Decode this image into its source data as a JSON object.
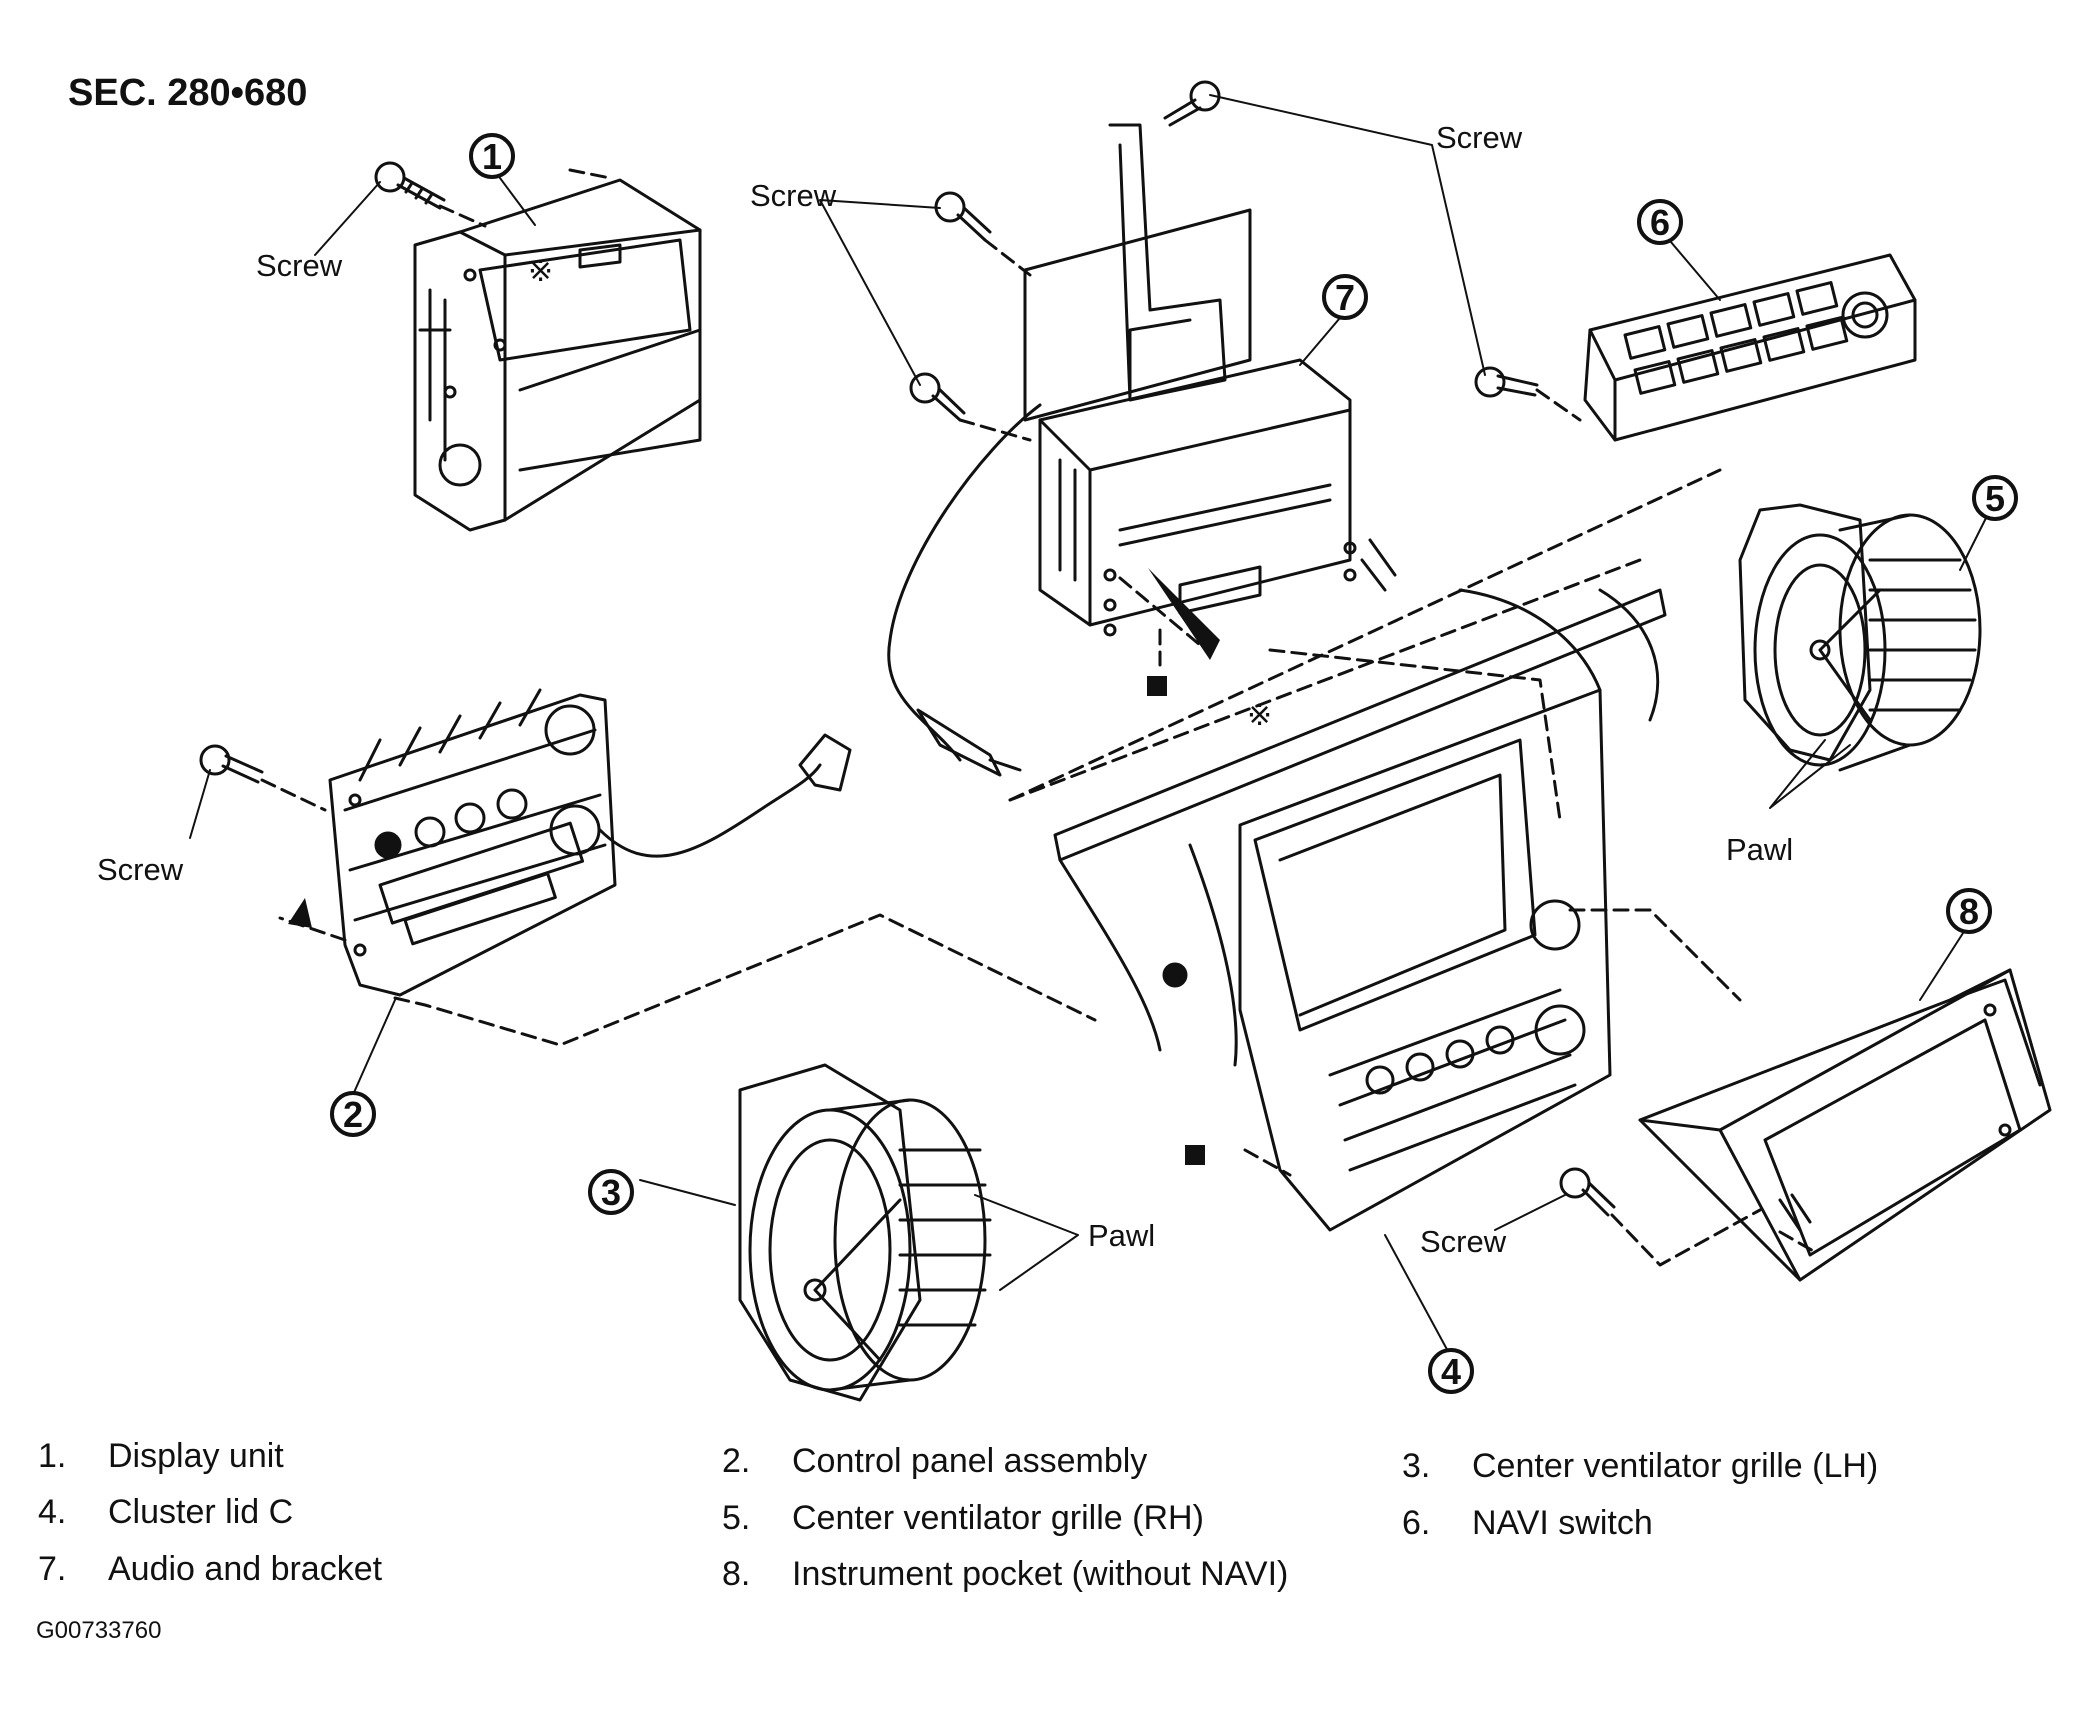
{
  "section_title": "SEC. 280•680",
  "figure_id": "G00733760",
  "callouts": [
    "1",
    "2",
    "3",
    "4",
    "5",
    "6",
    "7",
    "8"
  ],
  "labels": {
    "screw": "Screw",
    "pawl": "Pawl"
  },
  "markers": {
    "reference_mark": "※"
  },
  "legend": [
    {
      "num": "1.",
      "text": "Display unit"
    },
    {
      "num": "2.",
      "text": "Control panel assembly"
    },
    {
      "num": "3.",
      "text": "Center ventilator grille (LH)"
    },
    {
      "num": "4.",
      "text": "Cluster lid C"
    },
    {
      "num": "5.",
      "text": "Center ventilator grille (RH)"
    },
    {
      "num": "6.",
      "text": "NAVI switch"
    },
    {
      "num": "7.",
      "text": "Audio and bracket"
    },
    {
      "num": "8.",
      "text": "Instrument pocket (without NAVI)"
    }
  ]
}
